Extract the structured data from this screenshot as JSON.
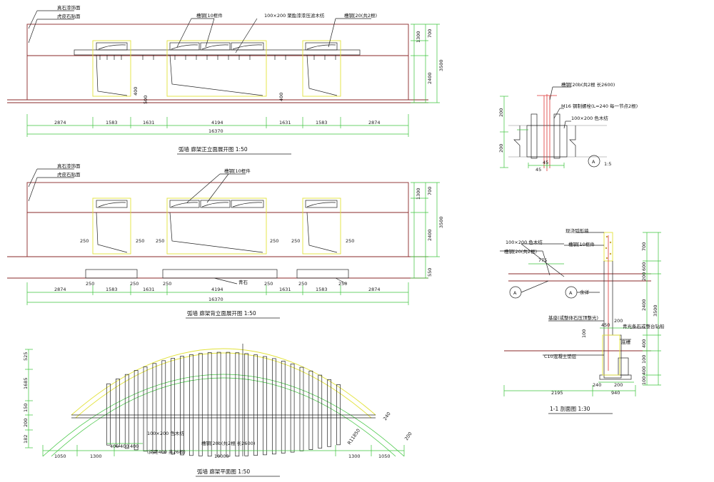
{
  "elev1": {
    "label_a": "真石漆饰面",
    "label_b": "虎皮石贴面",
    "label_c": "槽钢[10框件",
    "label_d": "100×200 聚酯漆漆压滤木纺",
    "label_e": "槽钢[20(共2根)",
    "h1": "1300",
    "h2": "700",
    "h3": "2400",
    "h4": "3500",
    "n400a": "400",
    "n500": "500",
    "n400b": "400",
    "dims": [
      "2874",
      "1583",
      "1631",
      "4194",
      "1631",
      "1583",
      "2874"
    ],
    "total": "16370",
    "title": "弧墙 廊架正立面展开图 1:50"
  },
  "elev2": {
    "label_a": "真石漆饰面",
    "label_b": "虎皮石贴面",
    "label_c": "槽钢[10框件",
    "h1": "1300",
    "h2": "700",
    "h3": "2400",
    "h4": "3500",
    "h5": "550",
    "side250": [
      "250",
      "250",
      "250",
      "250",
      "250",
      "250"
    ],
    "stone": "青石",
    "dims": [
      "2874",
      "1583",
      "1631",
      "4194",
      "1631",
      "1583",
      "2874"
    ],
    "sub250": [
      "250",
      "250",
      "250",
      "250",
      "250",
      "250"
    ],
    "total": "16370",
    "title": "弧墙 廊架背立面展开图 1:50"
  },
  "plan": {
    "v_dims": [
      "525",
      "1685",
      "150",
      "200",
      "182"
    ],
    "label_wood": "100×200 色木纺",
    "label_wood2": "(间距400 共26根)",
    "label_steel": "槽钢[20b(共2根 长2600)",
    "spacing": [
      "400",
      "400",
      "400"
    ],
    "dims": [
      "1050",
      "1300",
      "10000",
      "1300",
      "1050"
    ],
    "r_dims": [
      "R11850",
      "240",
      "200"
    ],
    "title": "弧墙 廊架平面图 1:50"
  },
  "detail": {
    "label_1": "槽钢[20b(共2根 长2600)",
    "label_2": "M16 钢制螺栓(L=240 每一节点2根)",
    "label_3": "100×200 色木纺",
    "v1": "200",
    "v2": "200",
    "b1": "45",
    "b2": "45",
    "marker": "A",
    "scale": "1:5"
  },
  "section": {
    "label_top": "现浇弧形墙",
    "label_wood": "100×200 色木纺",
    "label_beam": "槽钢[10框件",
    "label_steel": "槽钢[20(共2根)",
    "d775": "775",
    "label_a": "A",
    "label_a2": "A",
    "label_fill": "余详",
    "label_found": "基座(或整体石压顶整光)",
    "label_c10": "C10混凝土垫层",
    "label_right": "青光条石或整台钻船",
    "label_drain": "底槽",
    "r_dims": [
      "700",
      "600",
      "200",
      "2400",
      "3500",
      "400",
      "100",
      "400",
      "100"
    ],
    "d450": "450",
    "d200a": "200",
    "d100": "100",
    "d240": "240",
    "d200b": "200",
    "d2195": "2195",
    "d940": "940",
    "title": "1-1 剖面图 1:30"
  }
}
